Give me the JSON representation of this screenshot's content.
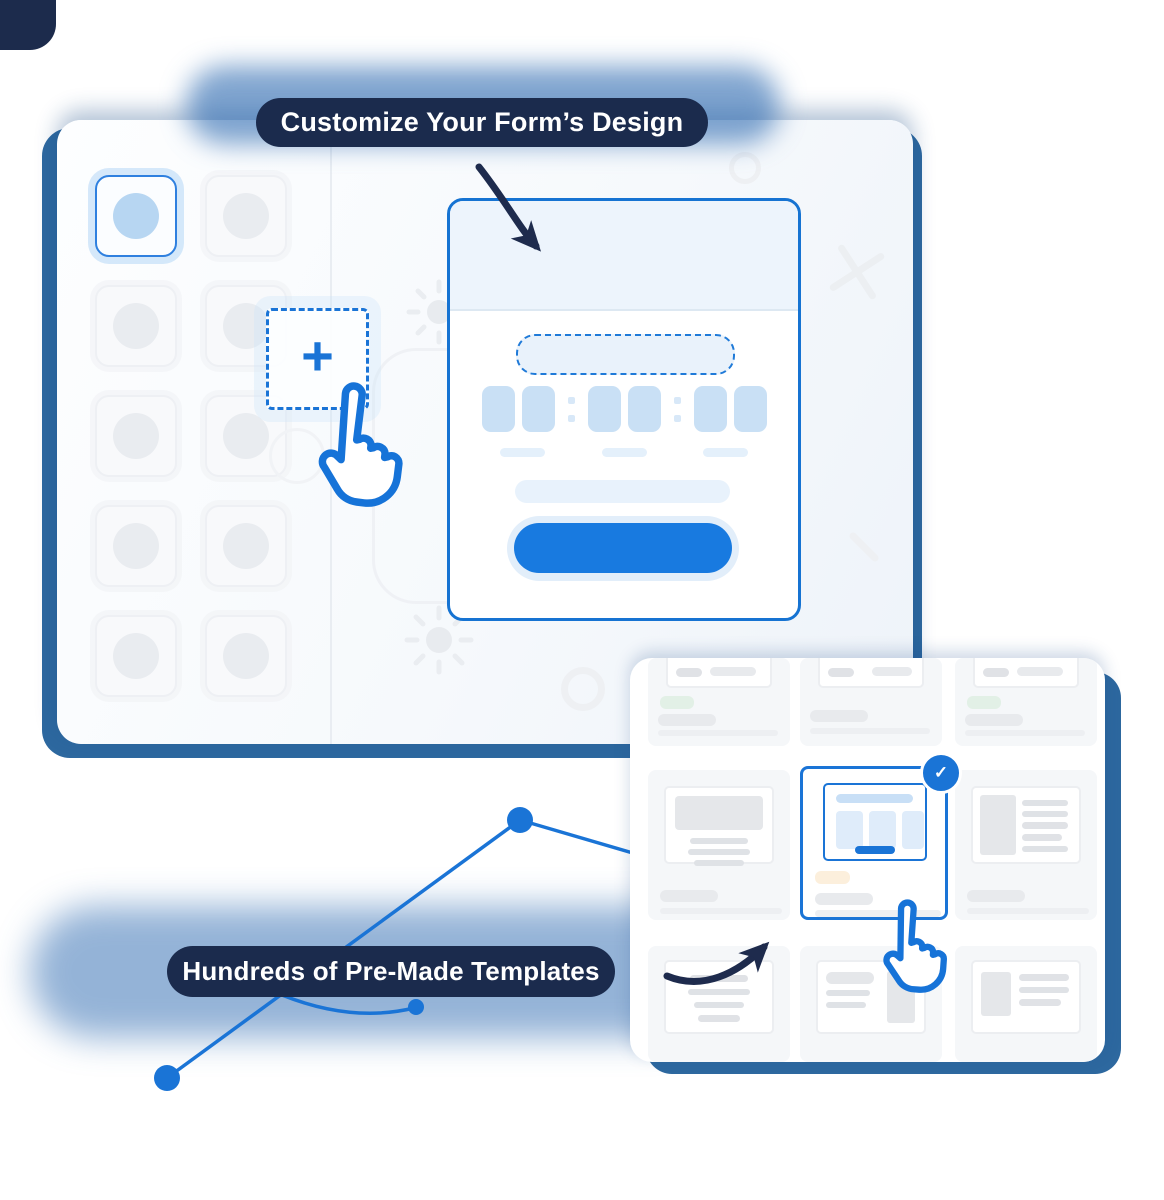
{
  "badges": {
    "customize": {
      "label": "Customize Your Form’s Design",
      "bg": "#1b2b4d",
      "text_color": "#ffffff"
    },
    "templates": {
      "label": "Hundreds of Pre-Made Templates",
      "bg": "#1b2b4d",
      "text_color": "#ffffff"
    }
  },
  "icons": {
    "plus": "+",
    "check": "✓"
  },
  "builder_panel": {
    "swatch_grid": {
      "rows": 5,
      "cols": 2,
      "selected_index": 1
    },
    "form_preview": {
      "has_header_band": true,
      "dashed_input_field": 1,
      "time_picker_blocks": 6,
      "time_picker_colons": 2,
      "submit_button": 1
    }
  },
  "templates_panel": {
    "grid": {
      "rows": 3,
      "cols": 3
    },
    "selected_cell": {
      "row": 2,
      "col": 2,
      "checkmark": "✓"
    }
  },
  "theme": {
    "accent_blue": "#1a74d6",
    "badge_navy": "#1b2b4d",
    "card_backing_blue": "#2d689f",
    "button_blue": "#187ae0",
    "light_blue_fill": "#c9e0f5",
    "selected_swatch_fill": "#b7d6f2",
    "arrow_navy": "#1e2b4d",
    "skeleton_gray": "#e6e8ec",
    "green_tag": "#e2f0e6",
    "orange_tag": "#fcefdc"
  }
}
